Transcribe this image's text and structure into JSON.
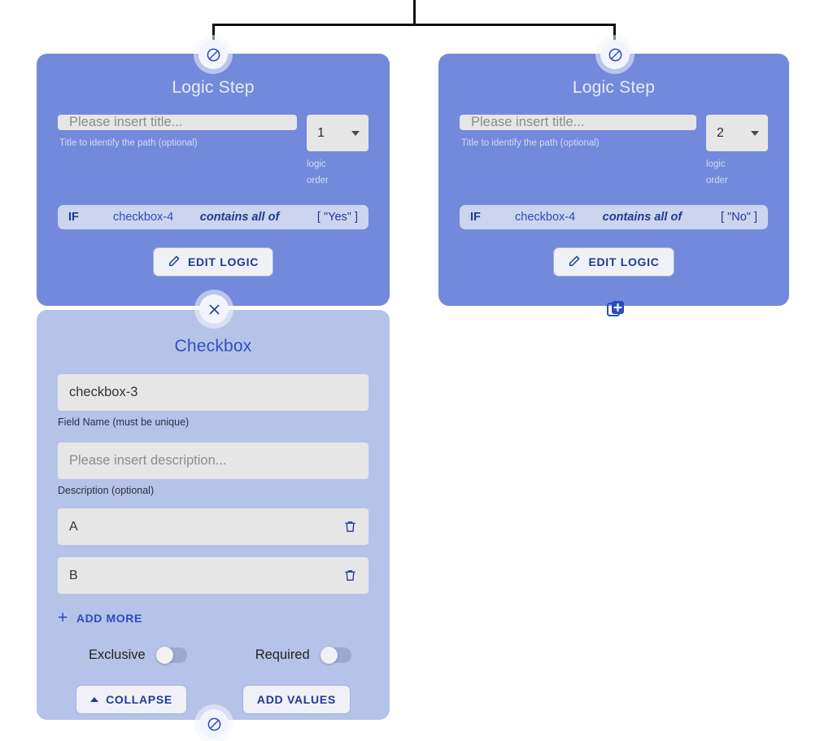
{
  "connector": {
    "name": "branch-connector"
  },
  "logic_steps": [
    {
      "title": "Logic Step",
      "title_input_placeholder": "Please insert title...",
      "title_input_value": "",
      "title_helper": "Title to identify the path (optional)",
      "order_value": "1",
      "order_helper_line1": "logic",
      "order_helper_line2": "order",
      "condition": {
        "keyword": "IF",
        "field": "checkbox-4",
        "operator": "contains all of",
        "value": "[ \"Yes\" ]"
      },
      "edit_button_label": "EDIT LOGIC",
      "top_badge_icon": "block-icon",
      "bottom_badge_icon": "close-icon"
    },
    {
      "title": "Logic Step",
      "title_input_placeholder": "Please insert title...",
      "title_input_value": "",
      "title_helper": "Title to identify the path (optional)",
      "order_value": "2",
      "order_helper_line1": "logic",
      "order_helper_line2": "order",
      "condition": {
        "keyword": "IF",
        "field": "checkbox-4",
        "operator": "contains all of",
        "value": "[ \"No\" ]"
      },
      "edit_button_label": "EDIT LOGIC",
      "top_badge_icon": "block-icon",
      "bottom_badge_icon": "duplicate-add-icon"
    }
  ],
  "checkbox_card": {
    "title": "Checkbox",
    "field_name_value": "checkbox-3",
    "field_name_helper": "Field Name (must be unique)",
    "description_placeholder": "Please insert description...",
    "description_value": "",
    "description_helper": "Description (optional)",
    "values": [
      {
        "text": "A",
        "delete_icon": "trash-icon"
      },
      {
        "text": "B",
        "delete_icon": "trash-icon"
      }
    ],
    "add_more_label": "ADD MORE",
    "toggles": [
      {
        "label": "Exclusive",
        "state": "off"
      },
      {
        "label": "Required",
        "state": "off"
      }
    ],
    "collapse_button_label": "COLLAPSE",
    "add_values_button_label": "ADD VALUES",
    "top_badge_icon": "close-icon",
    "bottom_badge_icon": "block-icon"
  },
  "colors": {
    "logic_card_bg": "#7389db",
    "checkbox_card_bg": "#b6c3e8",
    "accent_blue": "#2b4bbf",
    "deep_blue": "#1f3a93",
    "input_bg": "#e6e6e6",
    "condition_bg": "#ccd5ee",
    "page_bg": "#ffffff"
  }
}
